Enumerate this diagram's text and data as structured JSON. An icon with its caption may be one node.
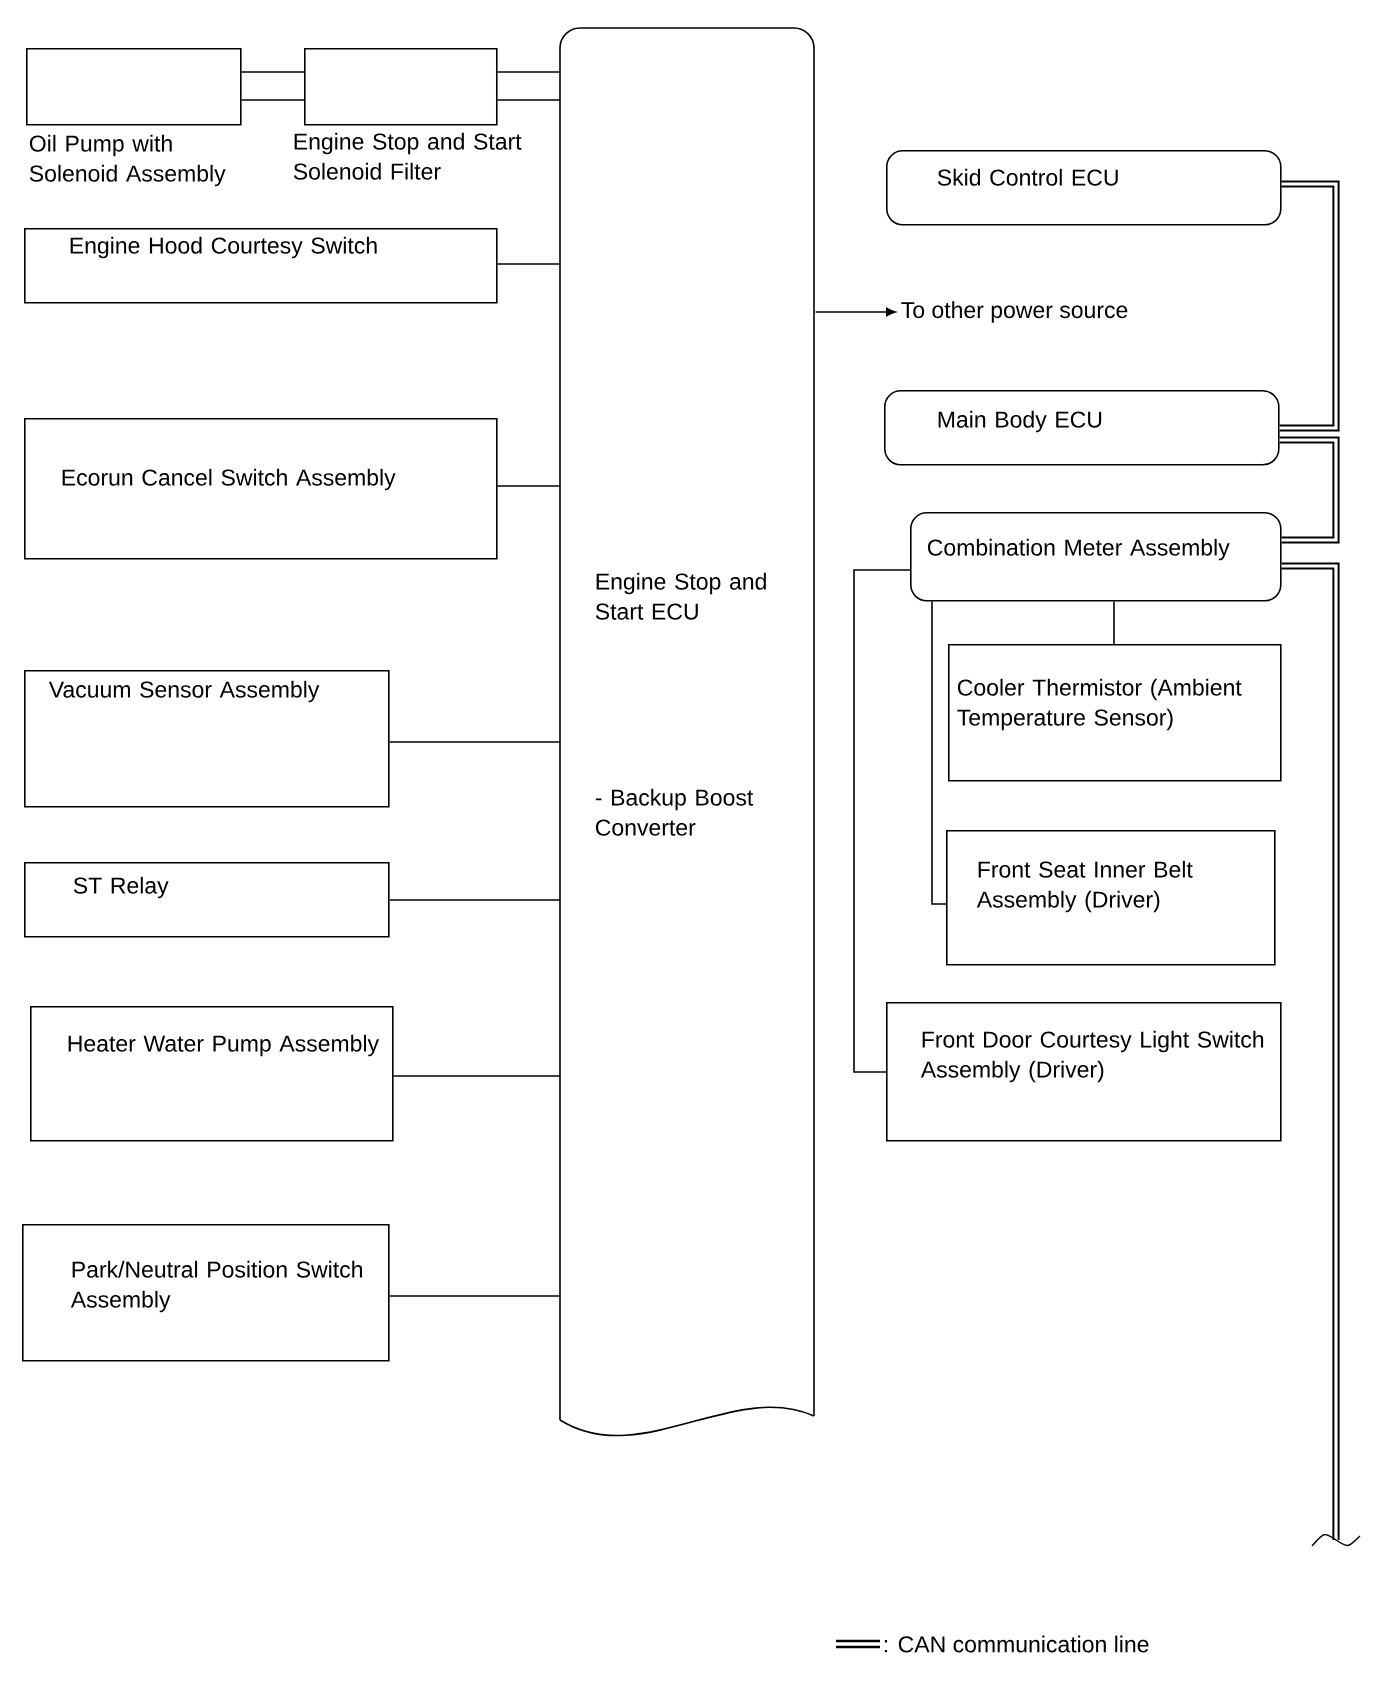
{
  "diagram": {
    "nodes": [
      {
        "text": [
          "Engine Stop and Start ECU",
          "- Backup Boost Converter"
        ]
      },
      {
        "text": [
          "Oil Pump with Solenoid Assembly"
        ]
      },
      {
        "text": [
          "Engine Stop and Start Solenoid Filter"
        ]
      },
      {
        "text": [
          "Engine Hood Courtesy Switch"
        ]
      },
      {
        "text": [
          "Ecorun Cancel Switch Assembly"
        ]
      },
      {
        "text": [
          "Vacuum Sensor Assembly"
        ]
      },
      {
        "text": [
          "ST Relay"
        ]
      },
      {
        "text": [
          "Heater Water Pump Assembly"
        ]
      },
      {
        "text": [
          "Park/Neutral Position Switch Assembly"
        ]
      },
      {
        "text": [
          "To other power source"
        ]
      },
      {
        "text": [
          "Skid Control ECU"
        ]
      },
      {
        "text": [
          "Main Body ECU"
        ]
      },
      {
        "text": [
          "Combination Meter Assembly"
        ]
      },
      {
        "text": [
          "Cooler Thermistor (Ambient Temperature Sensor)"
        ]
      },
      {
        "text": [
          "Front Seat Inner Belt Assembly (Driver)"
        ]
      },
      {
        "text": [
          "Front Door Courtesy Light Switch Assembly (Driver)"
        ]
      }
    ],
    "edges": [
      {
        "from": 1,
        "to": 2,
        "arrow": "none"
      },
      {
        "from": 1,
        "to": 2,
        "arrow": "none"
      },
      {
        "from": 2,
        "to": 0,
        "arrow": "none"
      },
      {
        "from": 2,
        "to": 0,
        "arrow": "none"
      },
      {
        "from": 3,
        "to": 0,
        "arrow": "none"
      },
      {
        "from": 4,
        "to": 0,
        "arrow": "none"
      },
      {
        "from": 5,
        "to": 0,
        "arrow": "none"
      },
      {
        "from": 6,
        "to": 0,
        "arrow": "none"
      },
      {
        "from": 7,
        "to": 0,
        "arrow": "none"
      },
      {
        "from": 8,
        "to": 0,
        "arrow": "none"
      },
      {
        "from": 0,
        "to": 9,
        "arrow": "to"
      },
      {
        "from": 12,
        "to": 13,
        "arrow": "none"
      },
      {
        "from": 12,
        "to": 14,
        "arrow": "none"
      },
      {
        "from": 12,
        "to": 15,
        "arrow": "none"
      },
      {
        "from": 10,
        "to": 11,
        "arrow": "none",
        "style": "thick"
      },
      {
        "from": 11,
        "to": 12,
        "arrow": "none",
        "style": "thick"
      },
      {
        "from": 12,
        "to": null,
        "arrow": "none",
        "style": "thick"
      }
    ],
    "legend": [
      {
        "text": ": CAN communication line"
      }
    ]
  }
}
